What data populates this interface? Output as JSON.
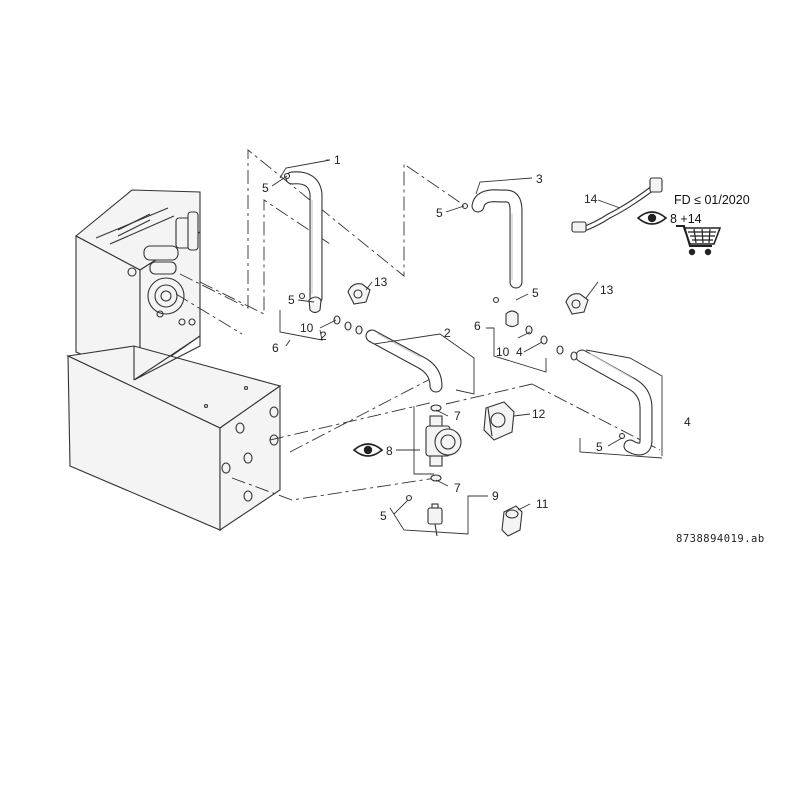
{
  "diagram": {
    "callouts": {
      "c1": "1",
      "c2": "2",
      "c3": "3",
      "c4": "4",
      "c5a": "5",
      "c5b": "5",
      "c5c": "5",
      "c5d": "5",
      "c5e": "5",
      "c5f": "5",
      "c6a": "6",
      "c6b": "6",
      "c7a": "7",
      "c7b": "7",
      "c8": "8",
      "c9": "9",
      "c10a": "10",
      "c10b": "10",
      "c2b": "2",
      "c4b": "4",
      "c11": "11",
      "c12": "12",
      "c13a": "13",
      "c13b": "13",
      "c14": "14"
    },
    "fd_note": "FD ≤ 01/2020",
    "eye_note": "8 +14",
    "drawing_code": "8738894019.ab"
  },
  "icons": {
    "eye": "eye-icon",
    "cart": "shopping-cart-icon"
  }
}
